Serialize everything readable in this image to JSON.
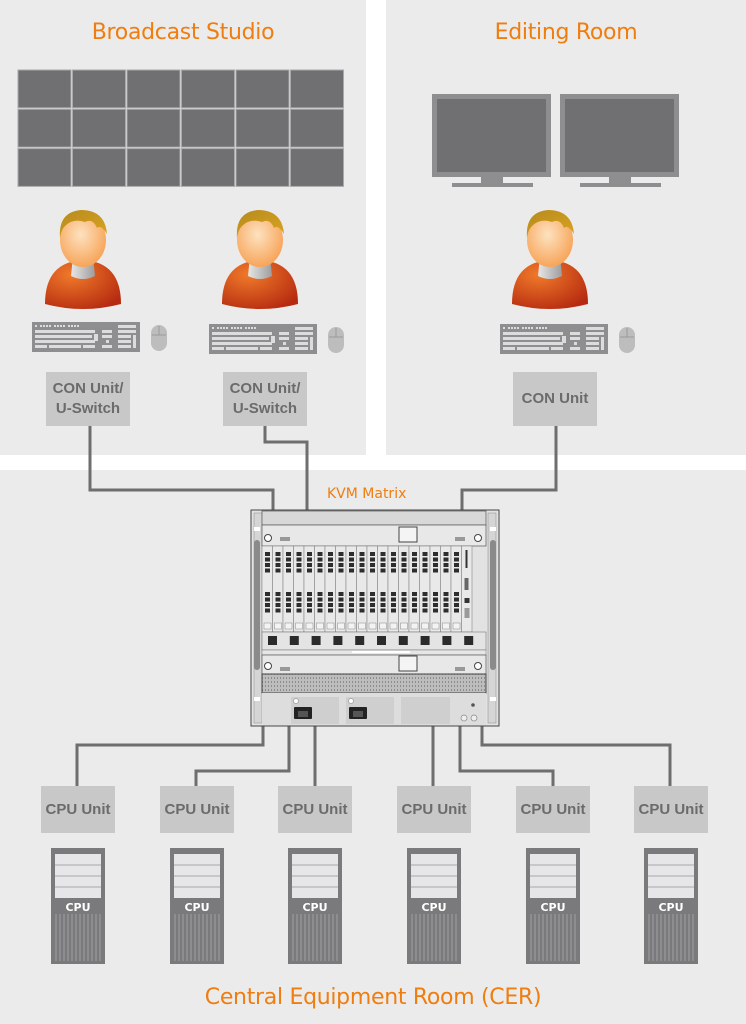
{
  "rooms": {
    "broadcast": {
      "title": "Broadcast Studio",
      "video_wall": {
        "rows": 3,
        "cols": 6
      },
      "workstations": [
        {
          "unit_label_line1": "CON Unit/",
          "unit_label_line2": "U-Switch"
        },
        {
          "unit_label_line1": "CON Unit/",
          "unit_label_line2": "U-Switch"
        }
      ]
    },
    "editing": {
      "title": "Editing Room",
      "monitors": 2,
      "workstations": [
        {
          "unit_label": "CON Unit"
        }
      ]
    },
    "cer": {
      "title": "Central Equipment Room (CER)",
      "matrix_label": "KVM Matrix",
      "cpu_units": [
        {
          "unit_label": "CPU Unit",
          "tower_label": "CPU"
        },
        {
          "unit_label": "CPU Unit",
          "tower_label": "CPU"
        },
        {
          "unit_label": "CPU Unit",
          "tower_label": "CPU"
        },
        {
          "unit_label": "CPU Unit",
          "tower_label": "CPU"
        },
        {
          "unit_label": "CPU Unit",
          "tower_label": "CPU"
        },
        {
          "unit_label": "CPU Unit",
          "tower_label": "CPU"
        }
      ]
    }
  },
  "colors": {
    "accent": "#ef7d0f",
    "panel_bg": "#ebebeb",
    "unit_box": "#c8c8c8",
    "cable": "#6e6e6e",
    "screen": "#706f72",
    "tower": "#7a7a7c"
  },
  "icons": {
    "user": "user-icon",
    "keyboard": "keyboard-icon",
    "mouse": "mouse-icon",
    "monitor": "monitor-icon",
    "cpu_tower": "cpu-tower-icon",
    "kvm_chassis": "kvm-matrix-chassis-icon"
  }
}
